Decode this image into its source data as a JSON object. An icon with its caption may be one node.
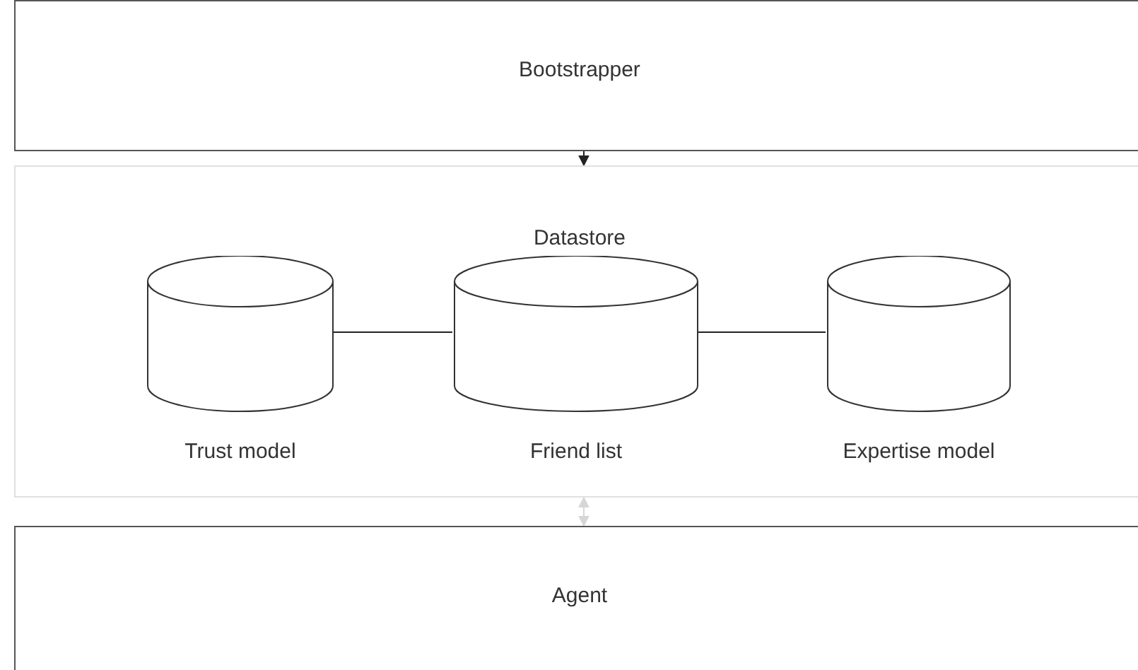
{
  "diagram": {
    "nodes": [
      {
        "text": [
          "Bootstrapper"
        ]
      },
      {
        "text": [
          "Datastore"
        ]
      },
      {
        "text": [
          "Trust model"
        ],
        "in": 1
      },
      {
        "text": [
          "Friend list"
        ],
        "in": 1
      },
      {
        "text": [
          "Expertise model"
        ],
        "in": 1
      },
      {
        "text": [
          "Agent"
        ]
      }
    ],
    "edges": [
      {
        "from": 0,
        "to": 1,
        "arrow": "to"
      },
      {
        "from": 2,
        "to": 3,
        "arrow": "none"
      },
      {
        "from": 3,
        "to": 4,
        "arrow": "none"
      },
      {
        "from": 1,
        "to": 5,
        "arrow": "both",
        "color": "#d6d6d6"
      }
    ]
  }
}
